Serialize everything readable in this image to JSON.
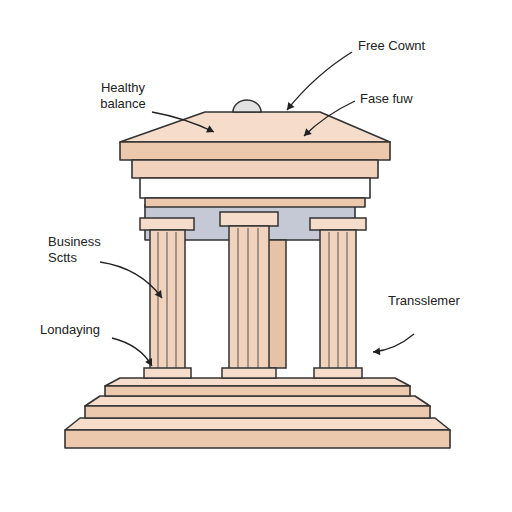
{
  "diagram": {
    "labels": [
      "Free Cownt",
      "Healthy balance",
      "Fase fuw",
      "Business Sctts",
      "Londaying",
      "Transslemer"
    ]
  }
}
